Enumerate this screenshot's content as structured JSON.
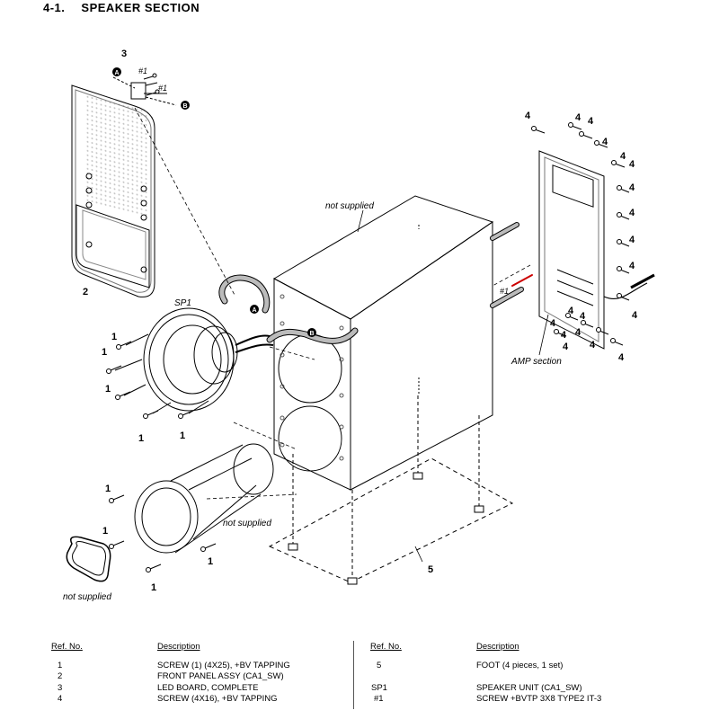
{
  "header": {
    "section_number": "4-1.",
    "section_title": "SPEAKER SECTION"
  },
  "callouts": {
    "led_board": "3",
    "front_panel": "2",
    "foot": "5",
    "screw_4": "4",
    "screw_1": "1",
    "screw_bvtp": "#1",
    "speaker_unit": "SP1",
    "marker_a": "A",
    "marker_b": "B"
  },
  "annotations": {
    "not_supplied_cabinet": "not supplied",
    "not_supplied_duct": "not supplied",
    "not_supplied_ring": "not supplied",
    "amp_section": "AMP section"
  },
  "parts_table": {
    "headers": {
      "ref_no": "Ref. No.",
      "description": "Description"
    },
    "left": [
      {
        "ref": "1",
        "desc": "SCREW (1) (4X25), +BV TAPPING"
      },
      {
        "ref": "2",
        "desc": "FRONT PANEL ASSY (CA1_SW)"
      },
      {
        "ref": "3",
        "desc": "LED BOARD, COMPLETE"
      },
      {
        "ref": "4",
        "desc": "SCREW (4X16), +BV TAPPING"
      }
    ],
    "right": [
      {
        "ref": "5",
        "desc": "FOOT (4 pieces, 1 set)"
      },
      {
        "ref": "",
        "desc": ""
      },
      {
        "ref": "SP1",
        "desc": "SPEAKER UNIT (CA1_SW)"
      },
      {
        "ref": "#1",
        "desc": "SCREW +BVTP 3X8 TYPE2 IT-3"
      }
    ]
  }
}
